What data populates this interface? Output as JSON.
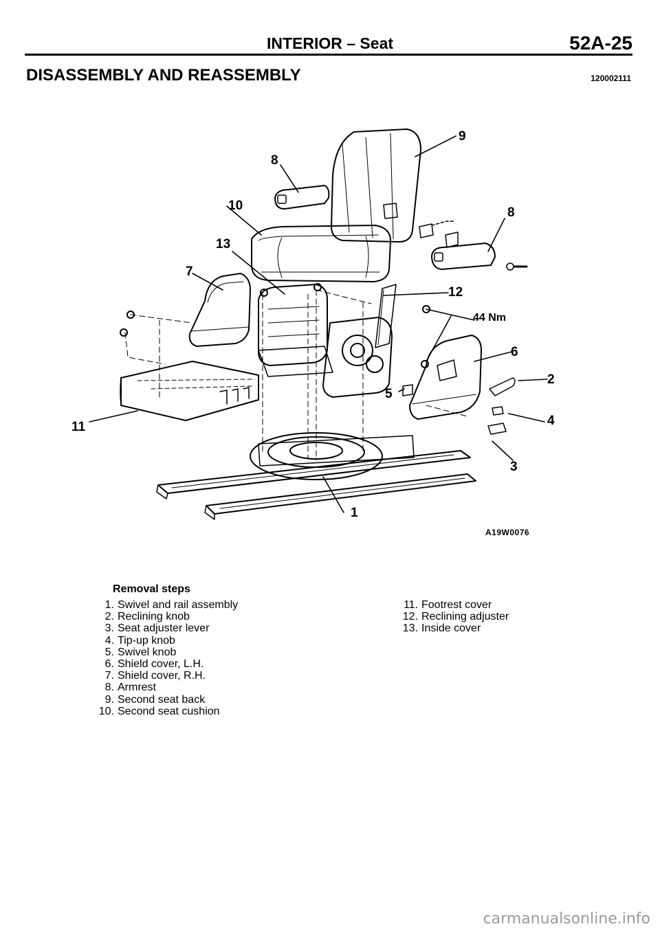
{
  "header": {
    "title": "INTERIOR – Seat",
    "page_number": "52A-25"
  },
  "section": {
    "heading": "DISASSEMBLY AND REASSEMBLY",
    "code": "120002111"
  },
  "figure": {
    "code": "A19W0076",
    "callouts": [
      "9",
      "8",
      "10",
      "8",
      "13",
      "7",
      "12",
      "44 Nm",
      "6",
      "2",
      "5",
      "4",
      "11",
      "3",
      "1"
    ]
  },
  "removal": {
    "title": "Removal steps",
    "steps": [
      {
        "num": "1.",
        "text": "Swivel and rail assembly"
      },
      {
        "num": "2.",
        "text": "Reclining knob"
      },
      {
        "num": "3.",
        "text": "Seat adjuster lever"
      },
      {
        "num": "4.",
        "text": "Tip-up knob"
      },
      {
        "num": "5.",
        "text": "Swivel knob"
      },
      {
        "num": "6.",
        "text": "Shield cover, L.H."
      },
      {
        "num": "7.",
        "text": "Shield cover, R.H."
      },
      {
        "num": "8.",
        "text": "Armrest"
      },
      {
        "num": "9.",
        "text": "Second seat back"
      },
      {
        "num": "10.",
        "text": "Second seat cushion"
      },
      {
        "num": "11.",
        "text": "Footrest cover"
      },
      {
        "num": "12.",
        "text": "Reclining adjuster"
      },
      {
        "num": "13.",
        "text": "Inside cover"
      }
    ]
  },
  "watermark": "carmanualsonline.info"
}
